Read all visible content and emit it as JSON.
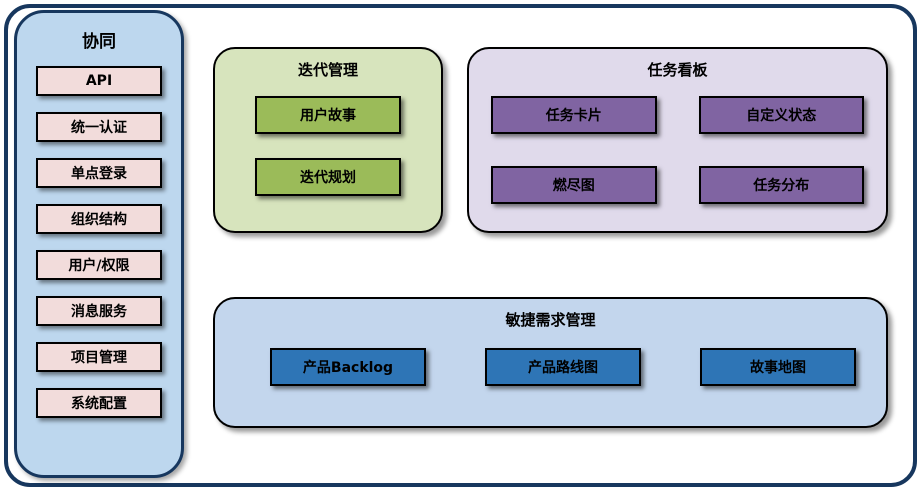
{
  "sidebar": {
    "title": "协同",
    "items": [
      {
        "label": "API"
      },
      {
        "label": "统一认证"
      },
      {
        "label": "单点登录"
      },
      {
        "label": "组织结构"
      },
      {
        "label": "用户/权限"
      },
      {
        "label": "消息服务"
      },
      {
        "label": "项目管理"
      },
      {
        "label": "系统配置"
      }
    ]
  },
  "groups": [
    {
      "title": "迭代管理",
      "items": [
        "用户故事",
        "迭代规划"
      ]
    },
    {
      "title": "任务看板",
      "items": [
        "任务卡片",
        "自定义状态",
        "燃尽图",
        "任务分布"
      ]
    },
    {
      "title": "敏捷需求管理",
      "items": [
        "产品Backlog",
        "产品路线图",
        "故事地图"
      ]
    }
  ],
  "colors": {
    "frame_border": "#17375E",
    "sidebar_fill": "#BDD7EE",
    "sidebar_item_fill": "#F2DCDB",
    "iteration_container_fill": "#D7E4BD",
    "iteration_item_fill": "#9BBB59",
    "taskboard_container_fill": "#E0DAEB",
    "taskboard_item_fill": "#8064A2",
    "agile_container_fill": "#C3D6ED",
    "agile_item_fill": "#2E75B6",
    "box_border": "#000000"
  }
}
